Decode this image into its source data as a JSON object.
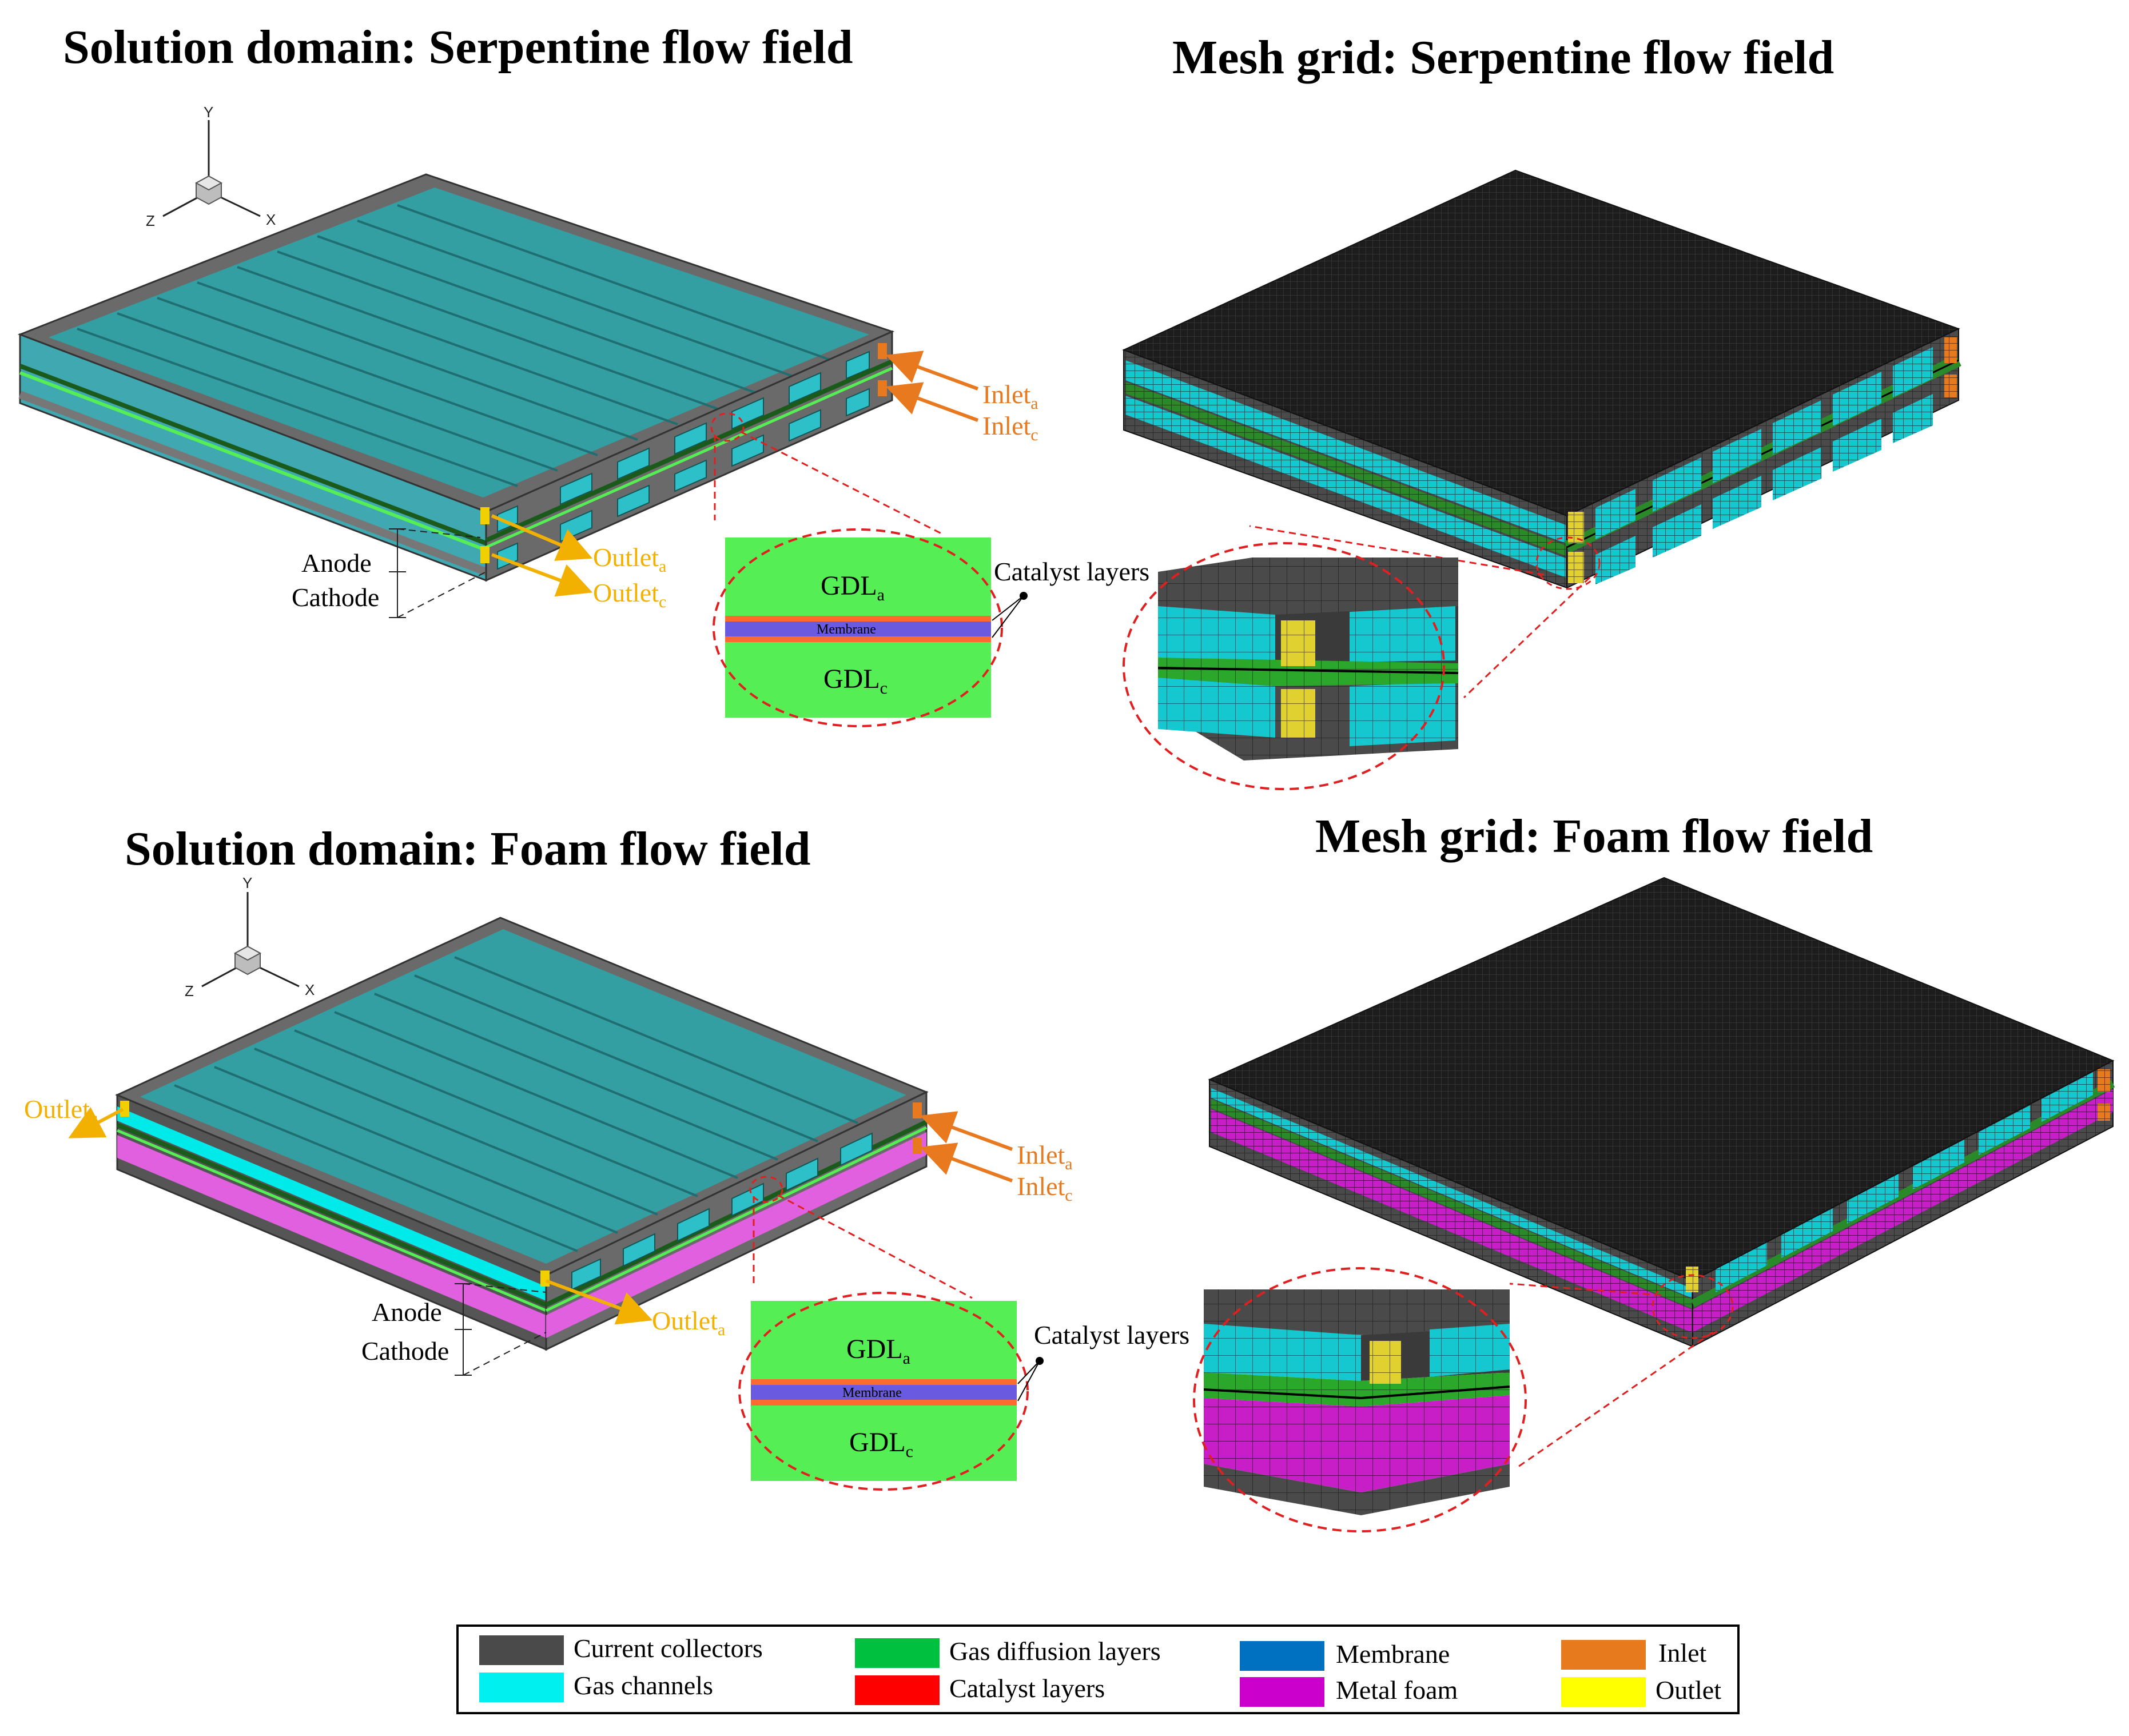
{
  "titles": {
    "solution_serpentine": "Solution domain: Serpentine flow field",
    "mesh_serpentine": "Mesh grid: Serpentine flow field",
    "solution_foam": "Solution domain: Foam flow field",
    "mesh_foam": "Mesh grid: Foam flow field"
  },
  "axes": {
    "y": "Y",
    "z": "Z",
    "x": "X"
  },
  "serpentine": {
    "inlet_a": "Inlet",
    "inlet_a_sub": "a",
    "inlet_c": "Inlet",
    "inlet_c_sub": "c",
    "outlet_a": "Outlet",
    "outlet_a_sub": "a",
    "outlet_c": "Outlet",
    "outlet_c_sub": "c",
    "anode": "Anode",
    "cathode": "Cathode"
  },
  "foam": {
    "inlet_a": "Inlet",
    "inlet_a_sub": "a",
    "inlet_c": "Inlet",
    "inlet_c_sub": "c",
    "outlet_a": "Outlet",
    "outlet_a_sub": "a",
    "outlet_c": "Outlet",
    "outlet_c_sub": "c",
    "anode": "Anode",
    "cathode": "Cathode"
  },
  "zoom": {
    "gdl_a": "GDL",
    "gdl_a_sub": "a",
    "gdl_c": "GDL",
    "gdl_c_sub": "c",
    "membrane": "Membrane",
    "catalyst_layers": "Catalyst layers"
  },
  "legend": [
    {
      "label": "Current collectors",
      "color": "#4a4a4a"
    },
    {
      "label": "Gas channels",
      "color": "#00f0f0"
    },
    {
      "label": "Gas diffusion layers",
      "color": "#00c040"
    },
    {
      "label": "Catalyst layers",
      "color": "#ff0000"
    },
    {
      "label": "Membrane",
      "color": "#0070c0"
    },
    {
      "label": "Metal foam",
      "color": "#cc00cc"
    },
    {
      "label": "Inlet",
      "color": "#e87a1e"
    },
    {
      "label": "Outlet",
      "color": "#ffff00"
    }
  ],
  "colors": {
    "current_collector": "#4a4a4a",
    "channel": "#1fb5bd",
    "gdl": "#55ee55",
    "membrane": "#6060e0",
    "foam": "#e060e0",
    "inlet": "#e8791e",
    "outlet": "#f2b000",
    "mesh_top": "#1a1a1a",
    "zoom_dash": "#e02020"
  }
}
